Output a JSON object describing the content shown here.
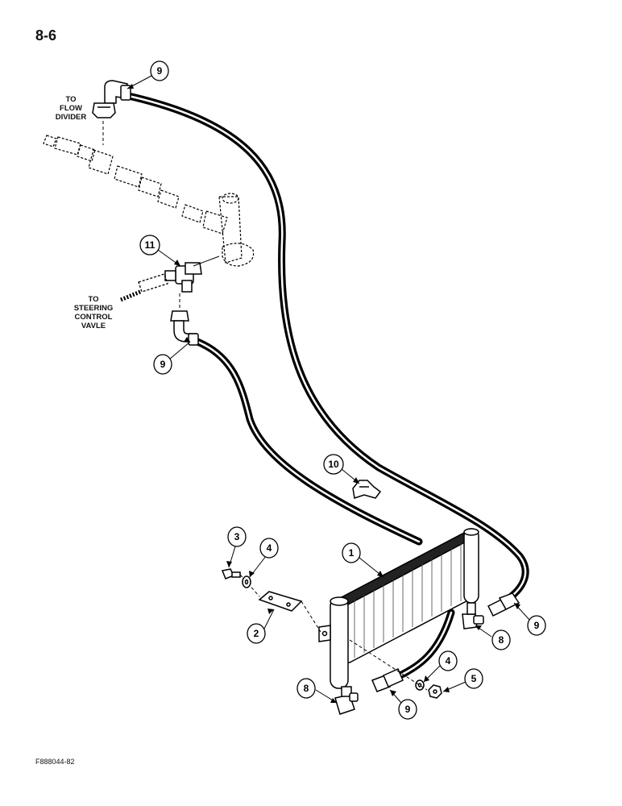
{
  "page_number": "8-6",
  "figure_code": "F888044-82",
  "notes": {
    "flow_divider": [
      "TO",
      "FLOW",
      "DIVIDER"
    ],
    "steering_valve": [
      "TO",
      "STEERING",
      "CONTROL",
      "VAVLE"
    ]
  },
  "callouts": [
    "9",
    "11",
    "9",
    "10",
    "1",
    "3",
    "4",
    "2",
    "8",
    "9",
    "4",
    "5",
    "8",
    "9"
  ]
}
